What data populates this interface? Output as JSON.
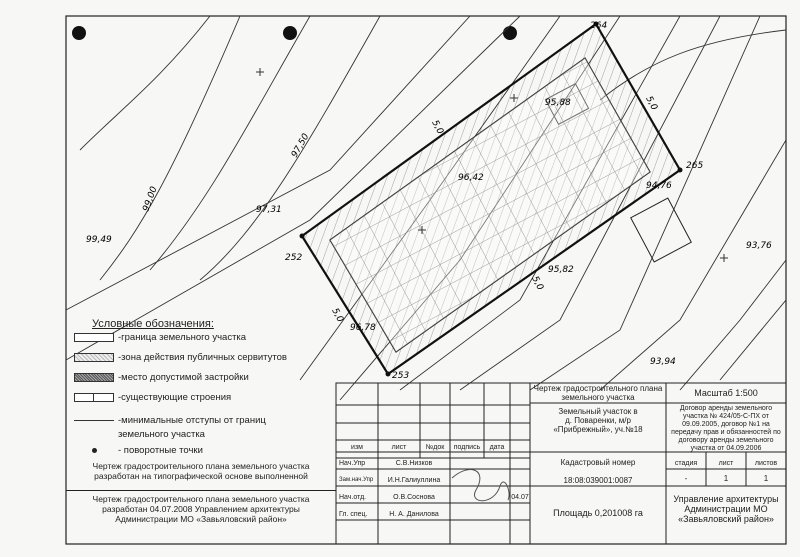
{
  "plan": {
    "corner_points": {
      "p264": "264",
      "p265": "265",
      "p252": "252",
      "p253": "253"
    },
    "dims": {
      "d5a": "5,0",
      "d5b": "5,0",
      "d5c": "5,0",
      "d5d": "5,0"
    },
    "elevations": [
      "99,49",
      "99,00",
      "97,50",
      "97,31",
      "96,42",
      "95,88",
      "94,76",
      "95,82",
      "96,78",
      "93,76",
      "93,94"
    ]
  },
  "legend": {
    "title": "Условные обозначения:",
    "items": [
      "-граница земельного участка",
      "-зона действия публичных сервитутов",
      "-место допустимой застройки",
      "-существующие строения",
      "-минимальные отступы от границ",
      "земельного участка",
      "- поворотные точки"
    ]
  },
  "notes": {
    "note1_line1": "Чертеж градостроительного плана земельного участка",
    "note1_line2": "разработан на типографической основе выполненной",
    "note2_line1": "Чертеж градостроительного плана земельного участка",
    "note2_line2": "разработан 04.07.2008 Управлением архитектуры",
    "note2_line3": "Администрации МО «Завьяловский район»"
  },
  "title_block": {
    "doc_title": "Чертеж градостроительного плана земельного участка",
    "scale": "Масштаб 1:500",
    "plot_desc_1": "Земельный участок в",
    "plot_desc_2": "д. Поваренки, м/р",
    "plot_desc_3": "«Прибрежный», уч.№18",
    "contract": "Договор аренды земельного участка № 424/05-С-ПХ от 09.09.2005, договор №1 на передачу прав и обязанностей по договору аренды земельного участка от 04.09.2006",
    "headers": {
      "izm": "изм",
      "list": "лист",
      "ndok": "№док",
      "podpis": "подпись",
      "data": "дата"
    },
    "cadastral_label": "Кадастровый номер",
    "cadastral_number": "18:08:039001:0087",
    "area": "Площадь 0,201008 га",
    "stage_label": "стадия",
    "list_label": "лист",
    "lists_label": "листов",
    "stage_val": "-",
    "list_val": "1",
    "lists_val": "1",
    "signer_rows": [
      {
        "role": "Нач.Упр",
        "name": "С.В.Низков"
      },
      {
        "role": "Зам.нач.Упр",
        "name": "И.Н.Галиуллина"
      },
      {
        "role": "Нач.отд.",
        "name": "О.В.Соснова"
      },
      {
        "role": "Гл. спец.",
        "name": "Н. А. Данилова"
      }
    ],
    "sign_date": "04.07",
    "org_1": "Управление архитектуры",
    "org_2": "Администрации МО",
    "org_3": "«Завьяловский район»"
  }
}
